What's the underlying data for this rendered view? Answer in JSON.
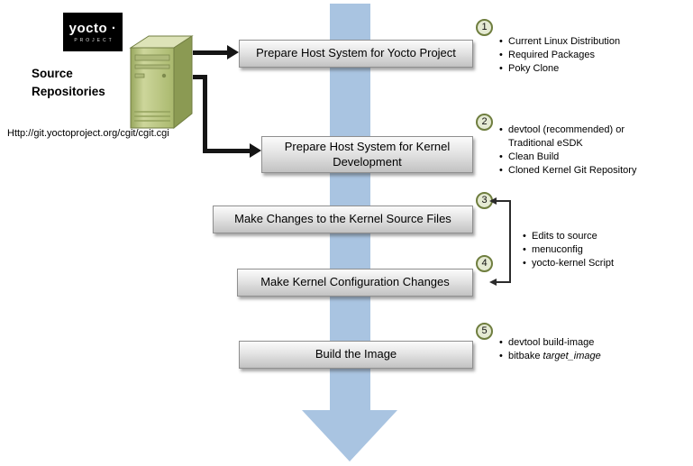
{
  "logo": {
    "brand": "yocto ·",
    "sub": "PROJECT"
  },
  "source": {
    "title": "Source Repositories",
    "url": "Http://git.yoctoproject.org/cgit/cgit.cgi"
  },
  "steps": [
    {
      "num": "1",
      "label": "Prepare Host System for Yocto Project",
      "bullets": [
        "Current Linux Distribution",
        "Required Packages",
        "Poky Clone"
      ]
    },
    {
      "num": "2",
      "label": "Prepare Host System for Kernel Development",
      "bullets": [
        "devtool (recommended) or Traditional eSDK",
        "Clean Build",
        "Cloned Kernel Git Repository"
      ]
    },
    {
      "num": "3",
      "label": "Make Changes to the Kernel Source Files"
    },
    {
      "num": "4",
      "label": "Make Kernel Configuration Changes"
    },
    {
      "num": "5",
      "label": "Build the Image",
      "bullets": [
        {
          "text": "devtool build-image",
          "italic": ""
        },
        {
          "text": "bitbake ",
          "italic": "target_image"
        }
      ]
    }
  ],
  "shared_bullets_steps_3_4": [
    "Edits to source",
    "menuconfig",
    "yocto-kernel Script"
  ],
  "colors": {
    "flow_arrow": "#a9c4e1",
    "box_fill_top": "#fbfbfb",
    "box_fill_bottom": "#c2c2c2",
    "box_border": "#8f8f8f",
    "circle_fill": "#e5ead3",
    "circle_border": "#6f7e3f",
    "computer_green": "#aab96e",
    "logo_background": "#000000"
  }
}
